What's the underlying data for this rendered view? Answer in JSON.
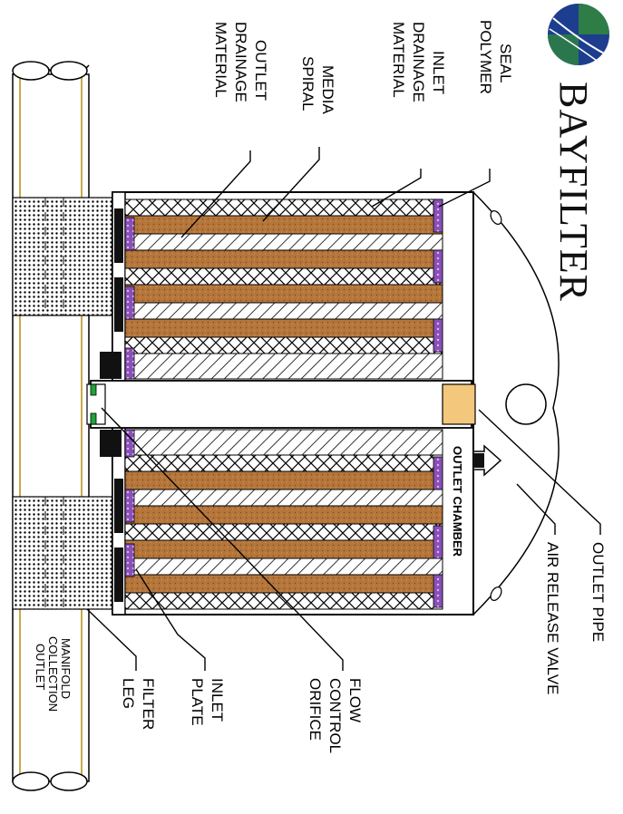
{
  "brand": {
    "name": "BAYFILTER"
  },
  "labels": {
    "polymer_seal": [
      "POLYMER",
      "SEAL"
    ],
    "inlet_drainage": [
      "INLET",
      "DRAINAGE",
      "MATERIAL"
    ],
    "media_spiral": [
      "MEDIA",
      "SPIRAL"
    ],
    "outlet_drainage": [
      "OUTLET",
      "DRAINAGE",
      "MATERIAL"
    ],
    "outlet_pipe": [
      "OUTLET PIPE"
    ],
    "air_release_valve": [
      "AIR RELEASE VALVE"
    ],
    "flow_control_orifice": [
      "FLOW",
      "CONTROL",
      "ORIFICE"
    ],
    "inlet_plate": [
      "INLET",
      "PLATE"
    ],
    "filter_leg": [
      "FILTER",
      "LEG"
    ],
    "outlet_collection_manifold": [
      "OUTLET",
      "COLLECTION",
      "MANIFOLD"
    ],
    "outlet_chamber": "OUTLET CHAMBER"
  },
  "colors": {
    "media": "#b5763b",
    "seal": "#8a4fb8",
    "orifice": "#1fa33a",
    "pipe_plug": "#f3c77c",
    "leg_fill": "#e4e4e4",
    "logo_blue": "#1d3e8f",
    "logo_green": "#2e7d46"
  }
}
